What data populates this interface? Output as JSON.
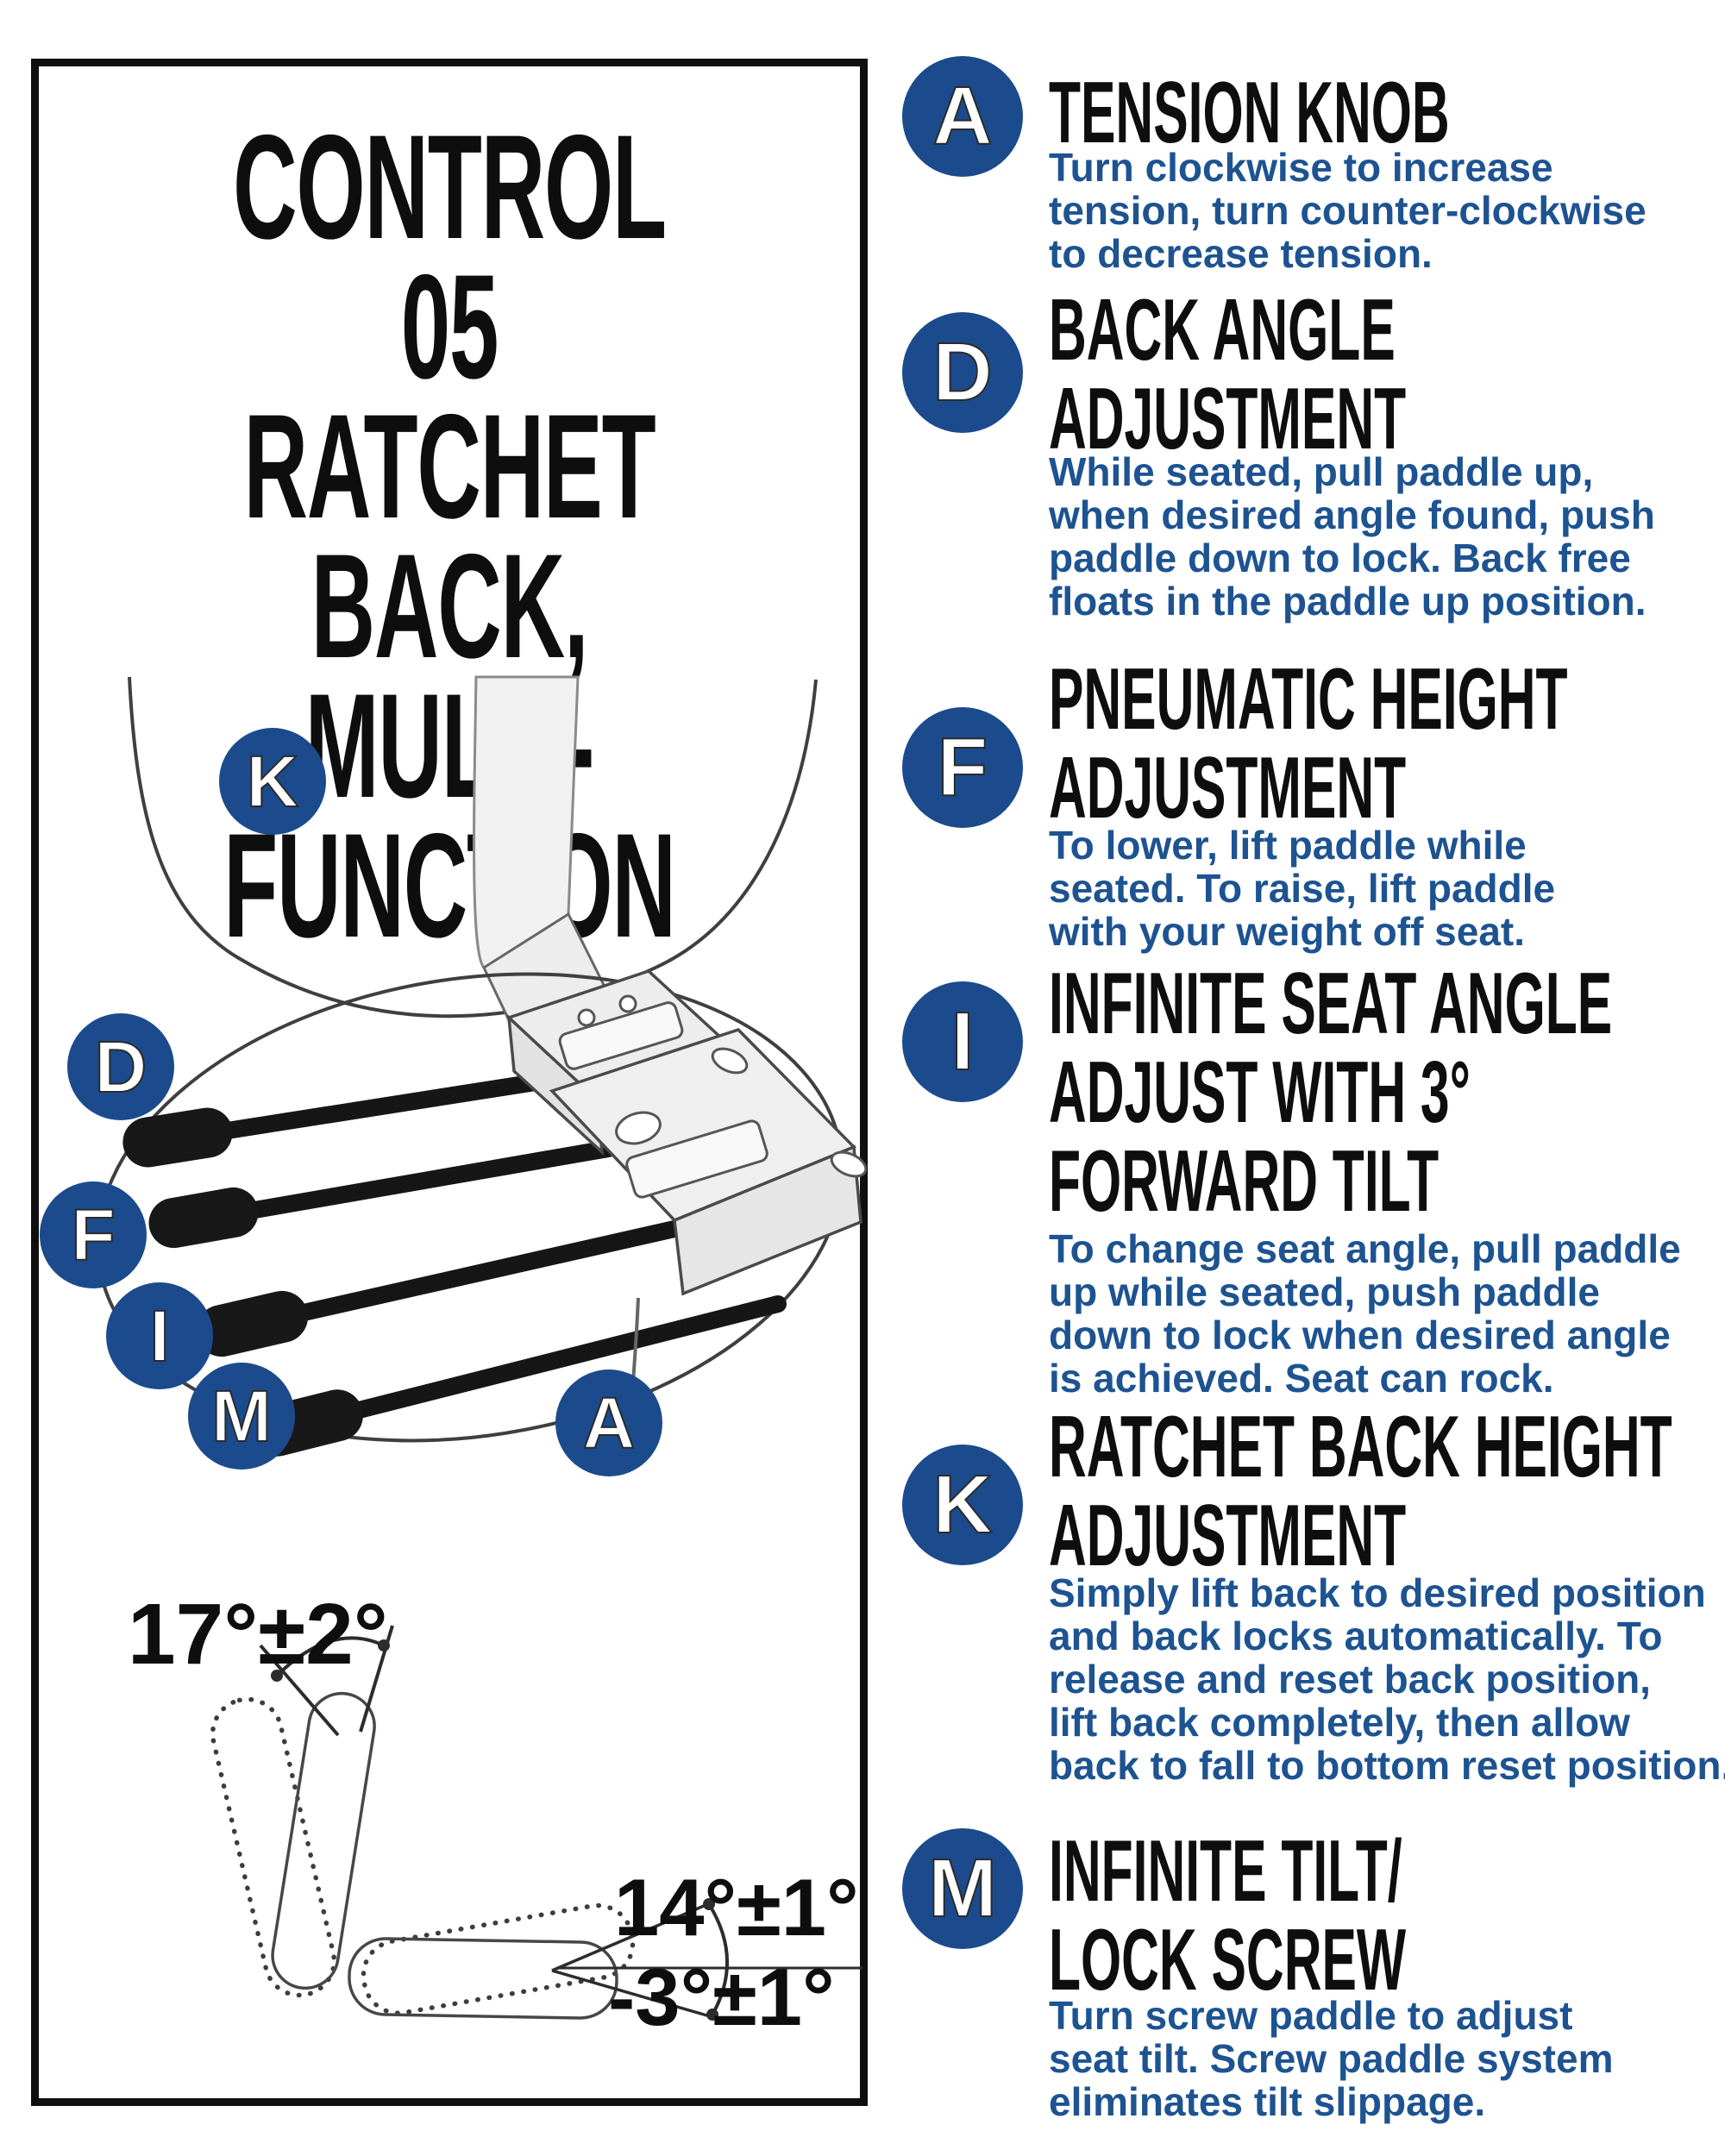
{
  "panel": {
    "title": "CONTROL 05\nRATCHET BACK,\nMULTI-FUNCTION",
    "diagram_labels": {
      "k": "K",
      "d": "D",
      "f": "F",
      "i": "I",
      "m": "M",
      "a": "A"
    },
    "angles": {
      "back_angle": "17°±2°",
      "seat_tilt_up": "14°±1°",
      "seat_tilt_down": "-3°±1°"
    }
  },
  "sections": [
    {
      "letter": "A",
      "heading": "TENSION KNOB",
      "body": "Turn clockwise to increase\ntension, turn counter-clockwise\nto decrease tension."
    },
    {
      "letter": "D",
      "heading": "BACK ANGLE\nADJUSTMENT",
      "body": "While seated, pull paddle up,\nwhen desired angle found, push\npaddle down to lock. Back free\nfloats in the paddle up position."
    },
    {
      "letter": "F",
      "heading": "PNEUMATIC HEIGHT\nADJUSTMENT",
      "body": "To lower, lift paddle while\nseated. To raise, lift paddle\nwith your weight off seat."
    },
    {
      "letter": "I",
      "heading": "INFINITE SEAT ANGLE\nADJUST WITH 3°\nFORWARD TILT",
      "body": "To change seat angle, pull paddle\nup while seated, push paddle\ndown to lock when desired angle\nis achieved. Seat can rock."
    },
    {
      "letter": "K",
      "heading": "RATCHET BACK HEIGHT\nADJUSTMENT",
      "body": "Simply lift back to desired position\nand back locks automatically. To\nrelease and reset back position,\nlift back completely, then allow\nback to fall to bottom reset position."
    },
    {
      "letter": "M",
      "heading": "INFINITE TILT/\nLOCK SCREW",
      "body": "Turn screw paddle to adjust\nseat tilt. Screw paddle system\neliminates tilt slippage."
    }
  ],
  "colors": {
    "circle_blue": "#1b4b8c",
    "body_blue": "#1d5391",
    "ink_black": "#0e0e0e"
  }
}
